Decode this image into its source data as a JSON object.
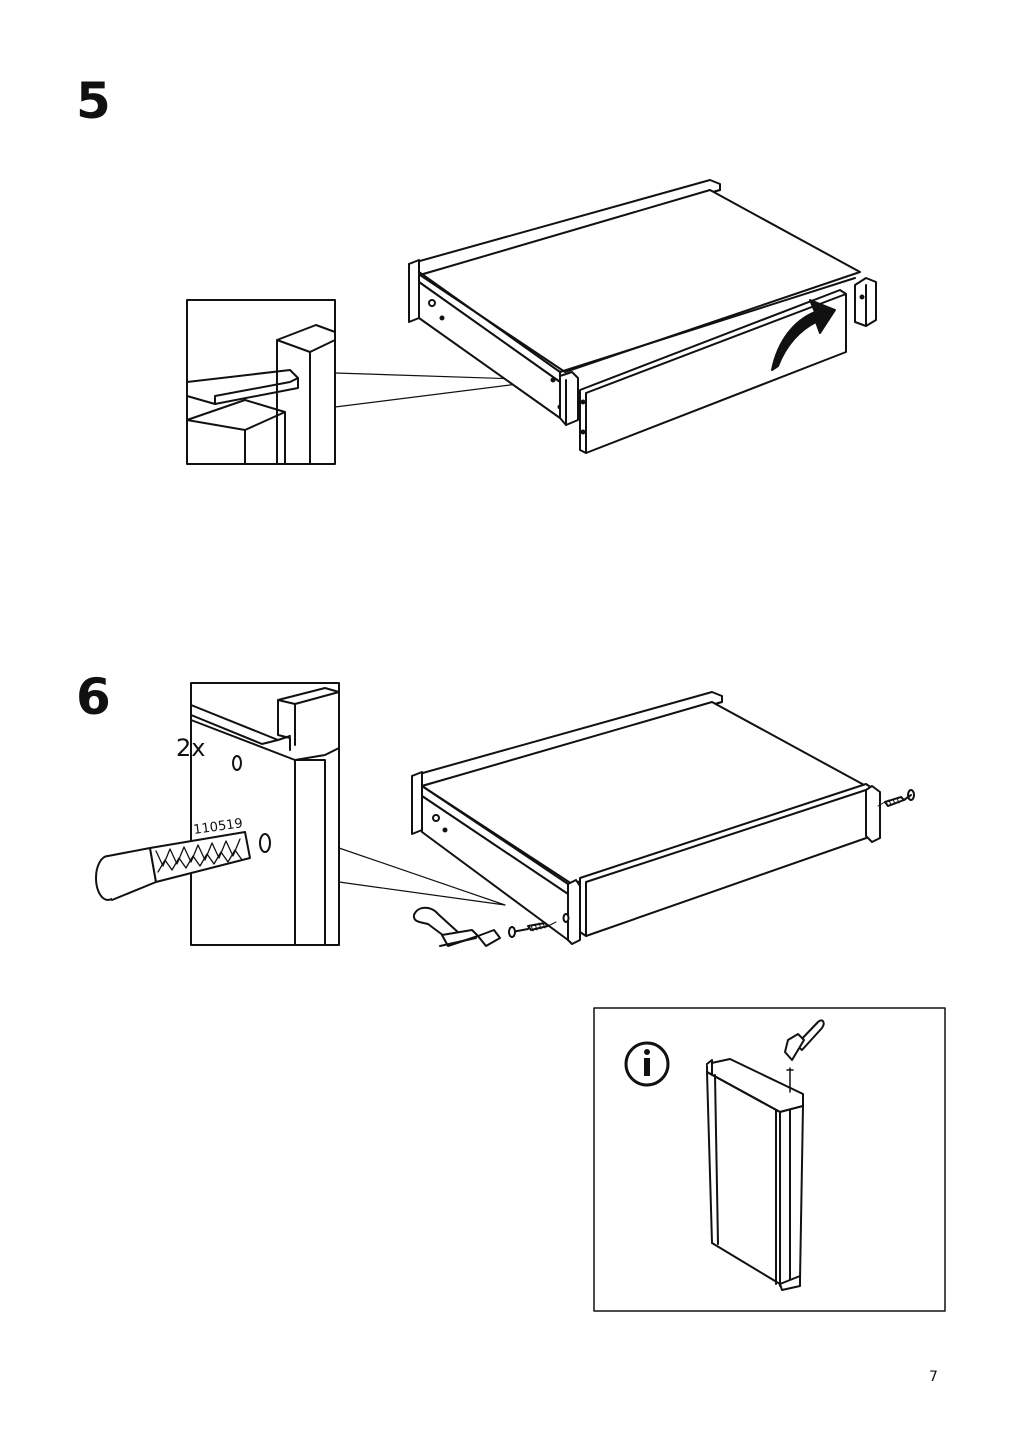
{
  "steps": [
    {
      "number": "5"
    },
    {
      "number": "6",
      "quantity": "2x",
      "part_number": "110519"
    }
  ],
  "info_box": {
    "icon": "info-icon"
  },
  "page": {
    "number": "7"
  },
  "colors": {
    "ink": "#111111",
    "fill": "#ffffff",
    "arrow": "#111111"
  }
}
